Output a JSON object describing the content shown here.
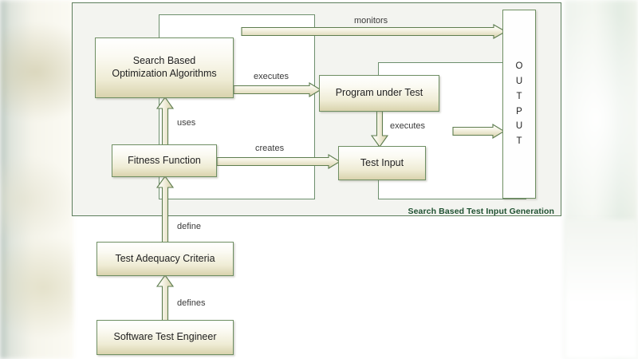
{
  "diagram": {
    "title": "Search Based Test Input Generation",
    "container_label": "Search Based Test Input Generation",
    "nodes": {
      "search_based": {
        "line1": "Search Based",
        "line2": "Optimization Algorithms"
      },
      "fitness_function": {
        "label": "Fitness Function"
      },
      "program_under_test": {
        "label": "Program under Test"
      },
      "test_input": {
        "label": "Test Input"
      },
      "test_adequacy": {
        "label": "Test Adequacy Criteria"
      },
      "software_engineer": {
        "label": "Software Test Engineer"
      },
      "output": {
        "label": "OUTPUT",
        "letters": [
          "O",
          "U",
          "T",
          "P",
          "U",
          "T"
        ]
      }
    },
    "edges": {
      "monitors": "monitors",
      "executes_put": "executes",
      "creates": "creates",
      "uses": "uses",
      "executes_testinput": "executes",
      "define": "define",
      "defines": "defines"
    },
    "colors": {
      "border_green": "#6f8f63",
      "container_border": "#5c7d5c",
      "label_green": "#1f5131",
      "node_fill_top": "#ffffff",
      "node_fill_bottom": "#d9d3ad",
      "arrow_stroke": "#5e7d4f",
      "text": "#222222",
      "background": "#f3f4f0"
    }
  }
}
